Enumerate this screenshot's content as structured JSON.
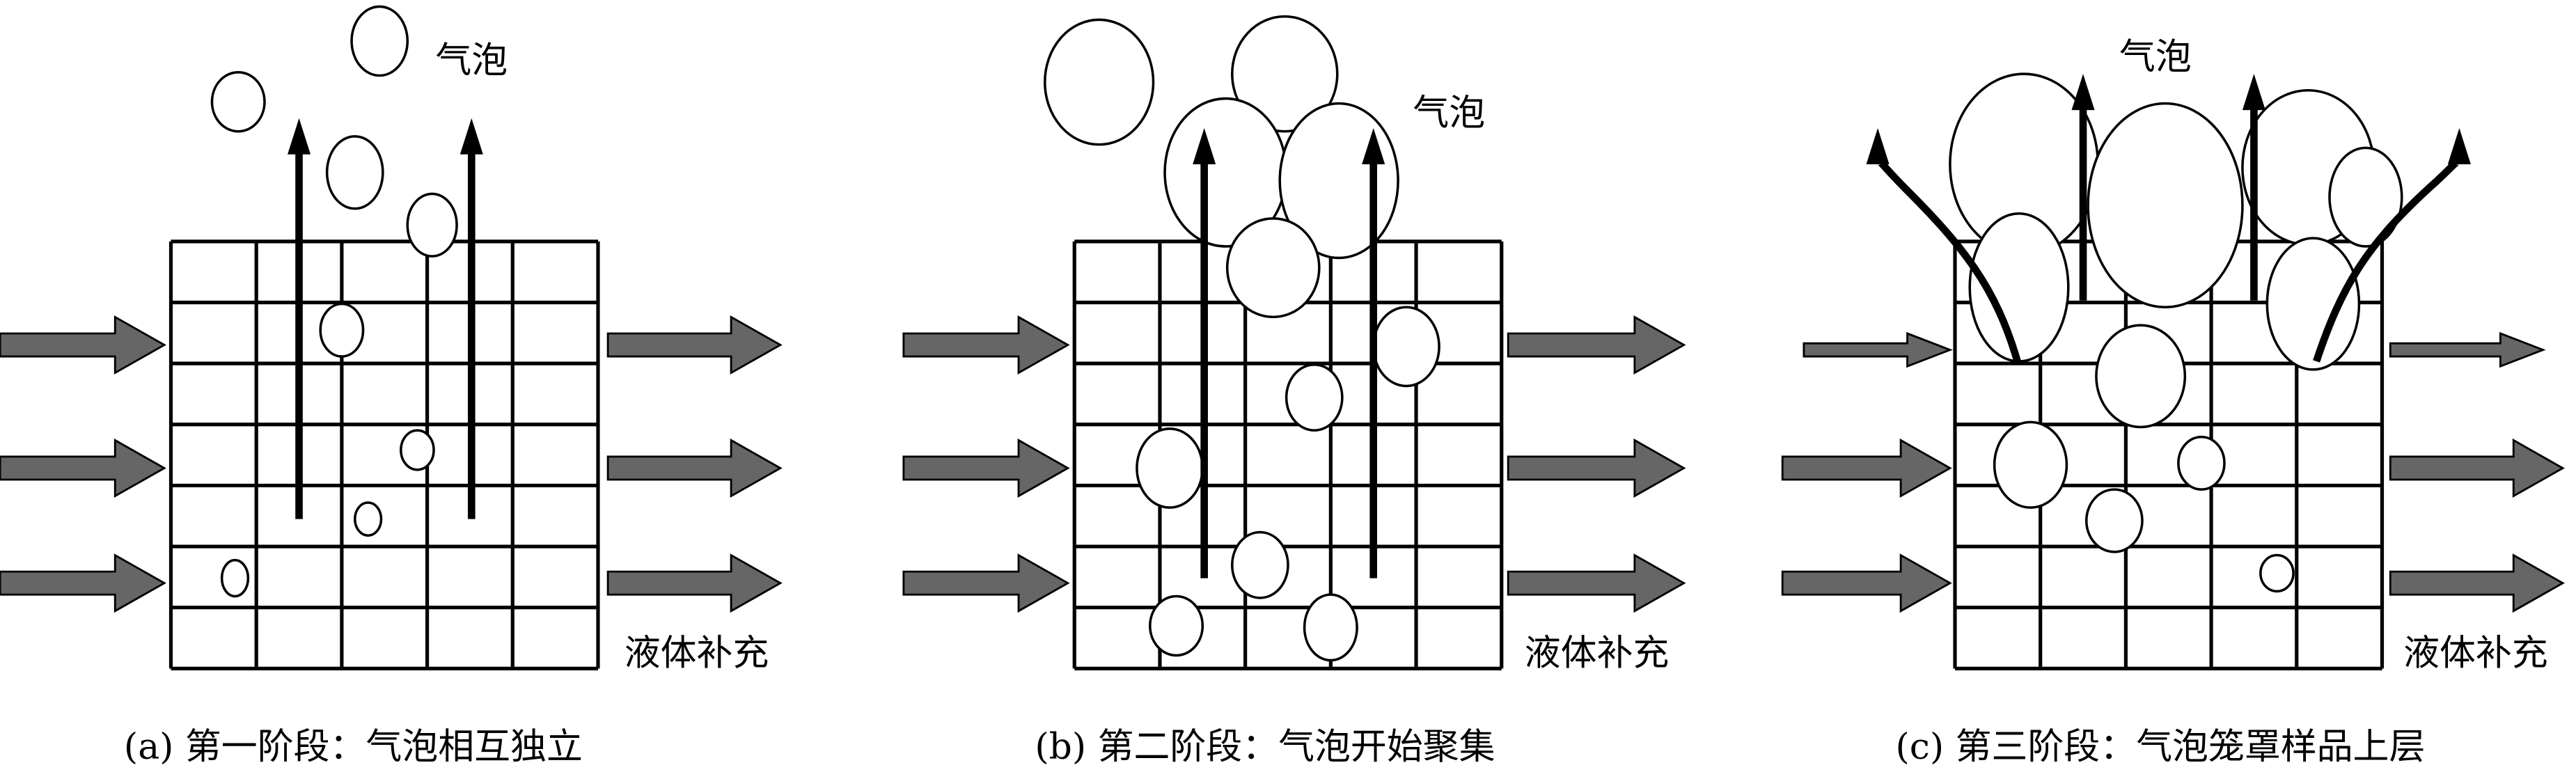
{
  "colors": {
    "arrow_fill": "#666666",
    "line": "#000000",
    "bubble_fill": "#ffffff"
  },
  "panels": [
    {
      "bubble_label": "气泡",
      "liquid_label": "液体补充",
      "caption": "(a) 第一阶段：气泡相互独立"
    },
    {
      "bubble_label": "气泡",
      "liquid_label": "液体补充",
      "caption": "(b) 第二阶段：气泡开始聚集"
    },
    {
      "bubble_label": "气泡",
      "liquid_label": "液体补充",
      "caption": "(c) 第三阶段：气泡笼罩样品上层"
    }
  ]
}
